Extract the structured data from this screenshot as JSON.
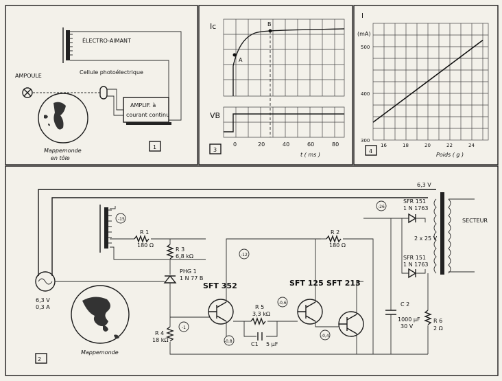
{
  "fig1": {
    "electroaimant": "ÉLECTRO-AIMANT",
    "ampoule": "AMPOULE",
    "cellule": "Cellule photoélectrique",
    "amplif_line1": "AMPLIF. à",
    "amplif_line2": "courant continu",
    "globe_line1": "Mappemonde",
    "globe_line2": "en tôle",
    "number": "1"
  },
  "fig3": {
    "ylabel_top": "Ic",
    "ylabel_bottom": "VB",
    "point_a": "A",
    "point_b": "B",
    "xlabel": "t  ( ms )",
    "ticks": [
      "0",
      "20",
      "40",
      "60",
      "80"
    ],
    "number": "3"
  },
  "fig4": {
    "ylabel_i": "I",
    "ylabel_unit": "(mA)",
    "xlabel": "Poids  ( g )",
    "number": "4"
  },
  "chart_data": {
    "type": "line",
    "x": [
      15,
      25
    ],
    "y": [
      338,
      514
    ],
    "xlim": [
      15,
      25.5
    ],
    "ylim": [
      300,
      550
    ],
    "xticks": [
      "16",
      "18",
      "20",
      "22",
      "24"
    ],
    "yticks": [
      "300",
      "400",
      "500"
    ],
    "xlabel": "Poids ( g )",
    "ylabel": "I (mA)"
  },
  "fig2": {
    "number": "2",
    "lamp_v": "6,3 V",
    "lamp_a": "0,3 A",
    "globe": "Mappemonde",
    "r1": "R 1",
    "r1v": "180 Ω",
    "r2": "R 2",
    "r2v": "180 Ω",
    "r3": "R 3",
    "r3v": "6,8 kΩ",
    "r4": "R 4",
    "r4v": "18 kΩ",
    "r5": "R 5",
    "r5v": "3,3 kΩ",
    "r6": "R 6",
    "r6v": "2 Ω",
    "c1": "C1",
    "c1v": "5 µF",
    "c2": "C 2",
    "c2v1": "1000 µF",
    "c2v2": "30 V",
    "phg_1": "PHG 1",
    "phg_2": "1 N 77 B",
    "t1": "SFT 352",
    "t2": "SFT 125",
    "t3": "SFT 213",
    "d1a": "SFR 151",
    "d1b": "1 N 1763",
    "d2a": "SFR 151",
    "d2b": "1 N 1763",
    "tr_63": "6,3 V",
    "tr_25": "2 x 25 V",
    "secteur": "SECTEUR",
    "v_m15": "-15",
    "v_m12": "-12",
    "v_m26": "-26",
    "v_m1": "-1",
    "v_m06": "-0,6",
    "v_m08": "-0,8",
    "v_m04": "-0,4"
  }
}
